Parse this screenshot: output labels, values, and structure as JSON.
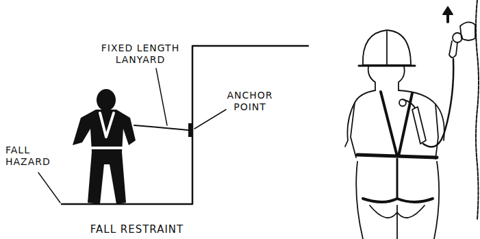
{
  "diagram": {
    "caption": "FALL RESTRAINT",
    "labels": [
      "FIXED LENGTH LANYARD",
      "ANCHOR POINT",
      "FALL HAZARD"
    ]
  }
}
